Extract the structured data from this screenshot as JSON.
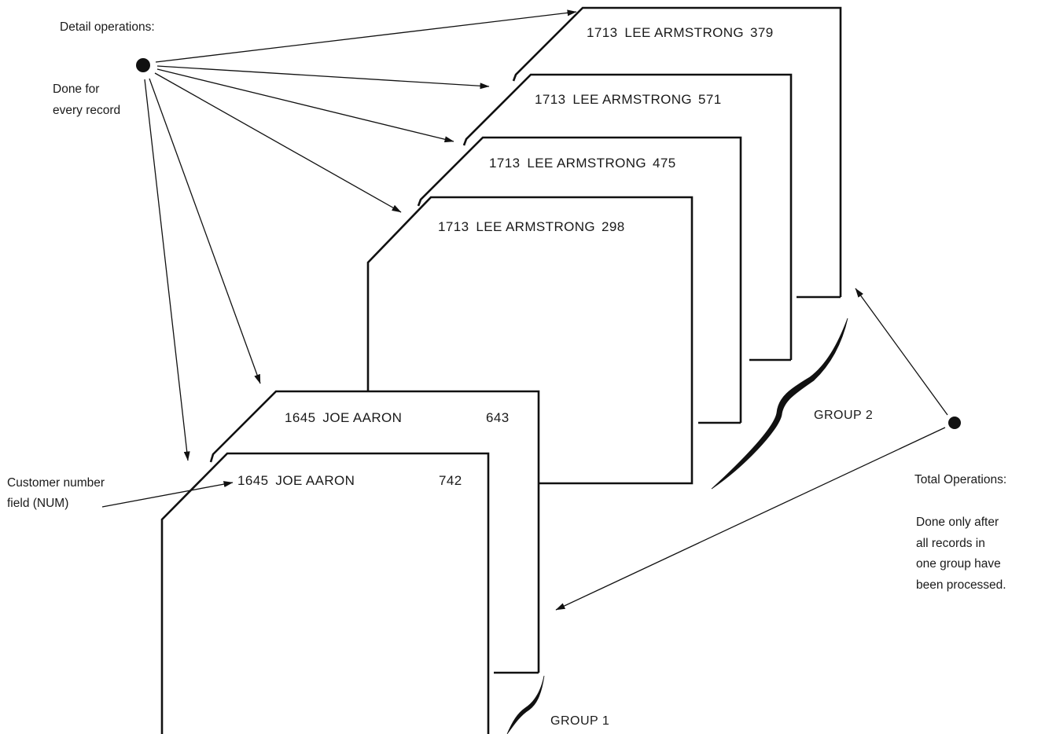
{
  "detail": {
    "title": "Detail operations:",
    "line1": "Done for",
    "line2": "every record"
  },
  "total": {
    "title": "Total Operations:",
    "line1": "Done only after",
    "line2": "all records in",
    "line3": "one group have",
    "line4": "been processed."
  },
  "field_label": {
    "line1": "Customer number",
    "line2": "field (NUM)"
  },
  "groups": {
    "group1": "GROUP 1",
    "group2": "GROUP 2"
  },
  "records": [
    {
      "num": "1645",
      "name": "JOE AARON",
      "amount": "742"
    },
    {
      "num": "1645",
      "name": "JOE AARON",
      "amount": "643"
    },
    {
      "num": "1713",
      "name": "LEE ARMSTRONG",
      "amount": "298"
    },
    {
      "num": "1713",
      "name": "LEE ARMSTRONG",
      "amount": "475"
    },
    {
      "num": "1713",
      "name": "LEE ARMSTRONG",
      "amount": "571"
    },
    {
      "num": "1713",
      "name": "LEE ARMSTRONG",
      "amount": "379"
    }
  ]
}
